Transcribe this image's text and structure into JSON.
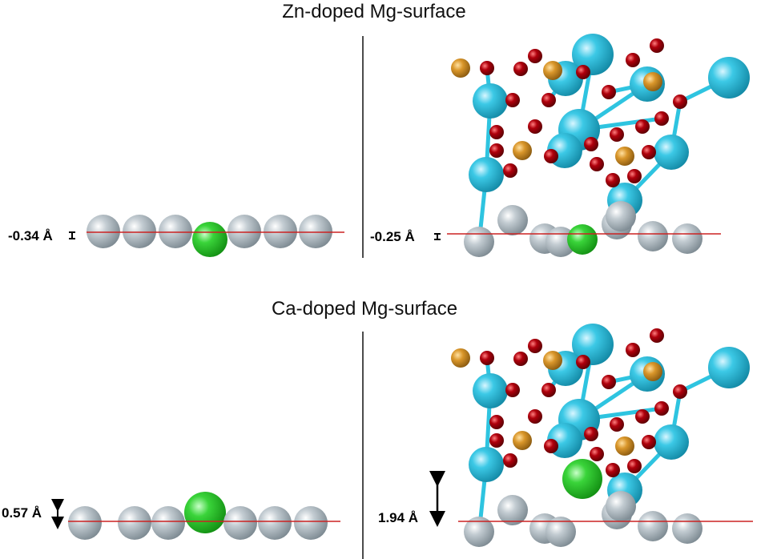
{
  "panels": [
    {
      "title": "Zn-doped Mg-surface",
      "clean_label": "-0.34 Å",
      "adsorbed_label": "-0.25 Å",
      "dopant_color": "#33cc33"
    },
    {
      "title": "Ca-doped Mg-surface",
      "clean_label": "0.57 Å",
      "adsorbed_label": "1.94 Å",
      "dopant_color": "#2fc92f"
    }
  ],
  "colors": {
    "mg_surface_atom": "#a8b4bb",
    "surface_line": "#cc2222",
    "calcium_ion": "#2ec4e0",
    "phosphorus": "#d9962a",
    "oxygen": "#a8000c",
    "hydrogen": "#eeeeee",
    "divider": "#111111"
  }
}
